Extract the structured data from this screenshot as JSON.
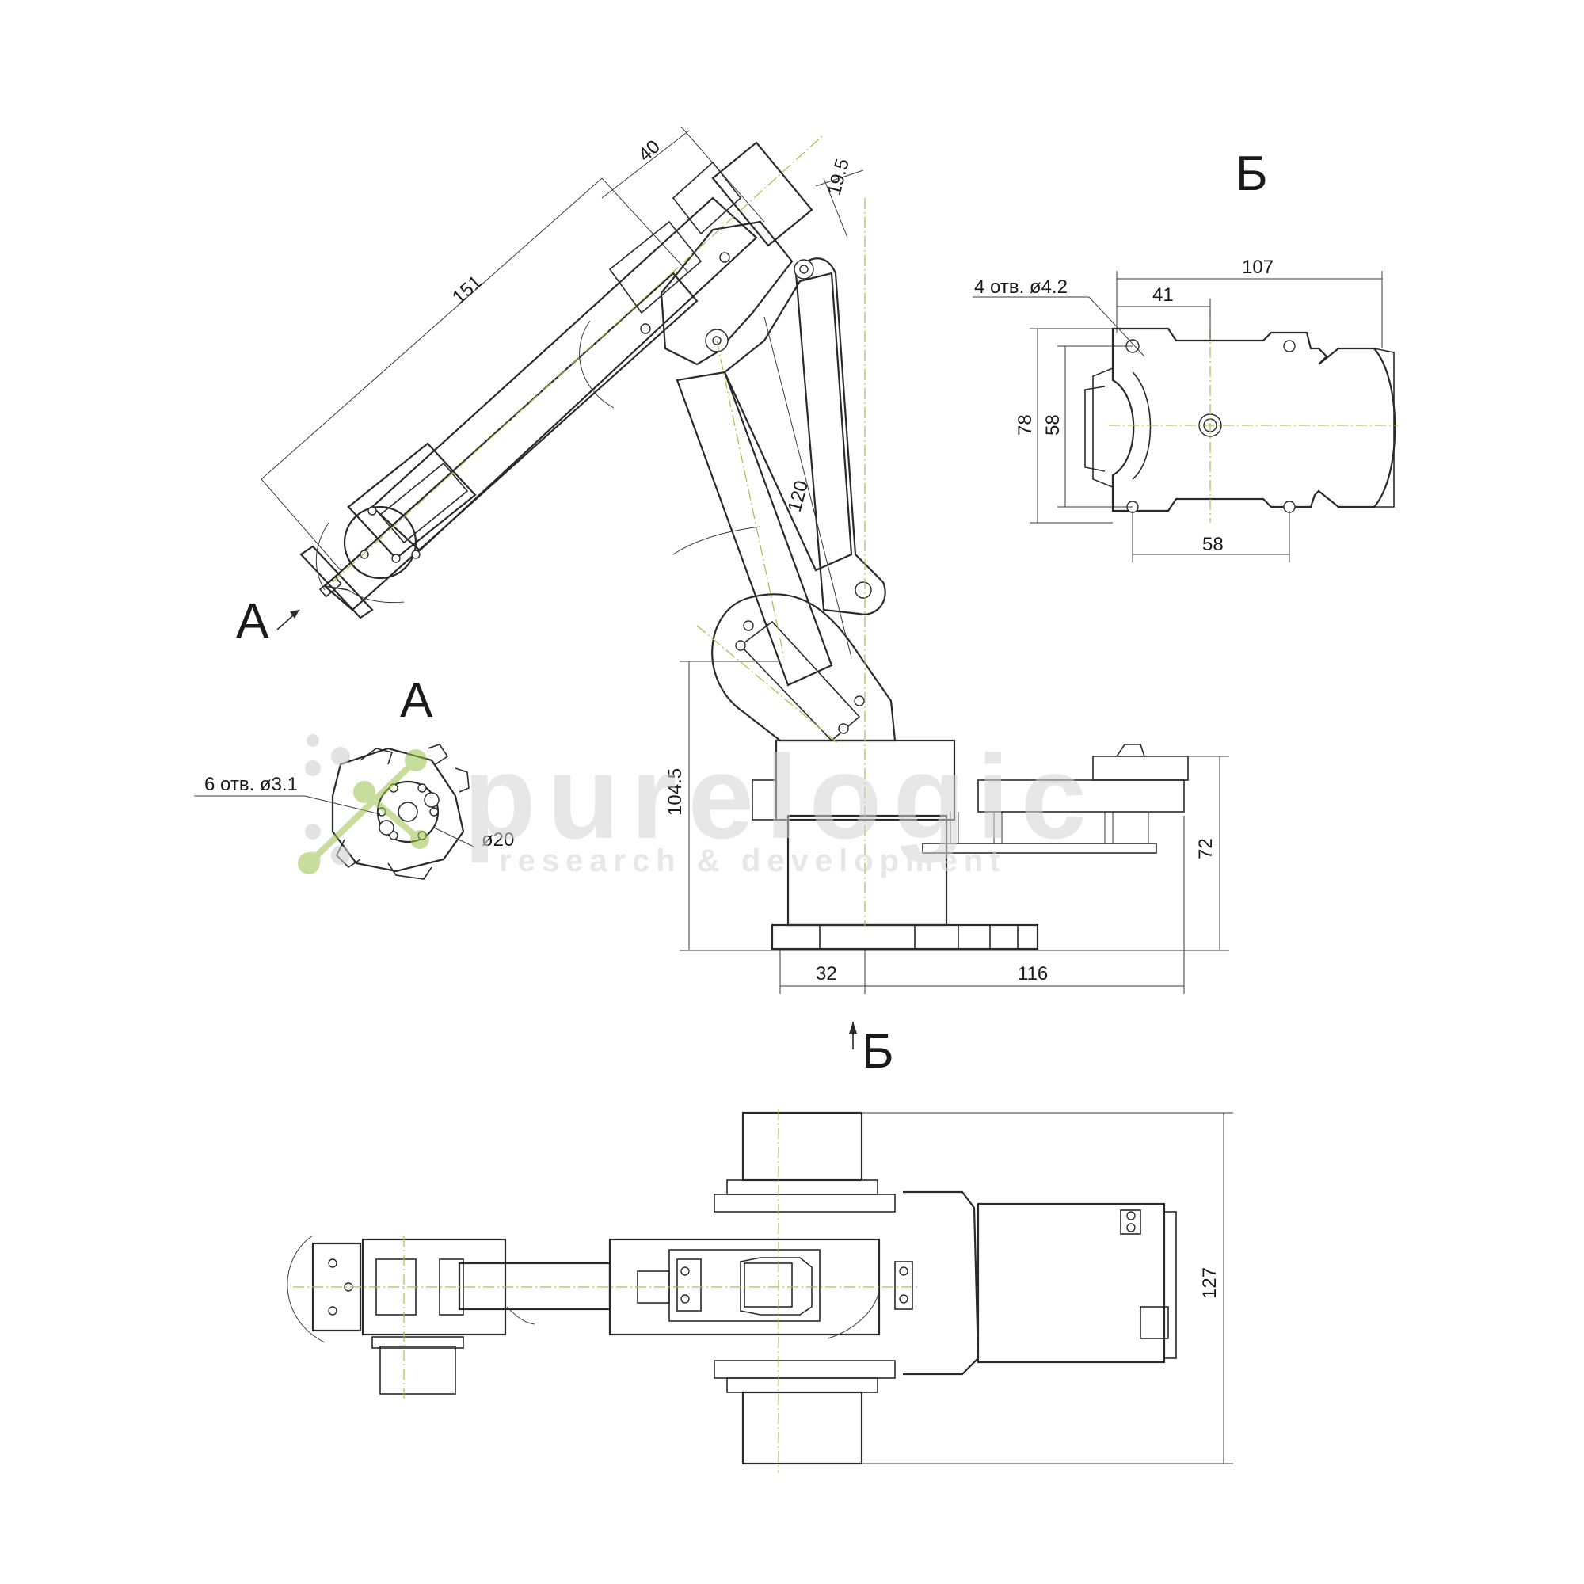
{
  "views": {
    "main_label": "А",
    "b_title": "Б",
    "a_title": "А",
    "b_arrow_label": "Б"
  },
  "dimensions": {
    "d40": "40",
    "d19_5": "19.5",
    "d151": "151",
    "d120": "120",
    "d104_5": "104.5",
    "d72": "72",
    "d32": "32",
    "d116": "116",
    "d107": "107",
    "d41": "41",
    "d78": "78",
    "d58_v": "58",
    "d58_h": "58",
    "d127": "127"
  },
  "callouts": {
    "holes_b": "4 отв. ø4.2",
    "holes_a": "6 отв. ø3.1",
    "dia20": "ø20"
  },
  "watermark": {
    "brand": "purelogic",
    "tagline": "research & development",
    "accent_color": "#9bc34a"
  },
  "colors": {
    "line": "#2a2a2a",
    "axis": "#9bc34a"
  }
}
